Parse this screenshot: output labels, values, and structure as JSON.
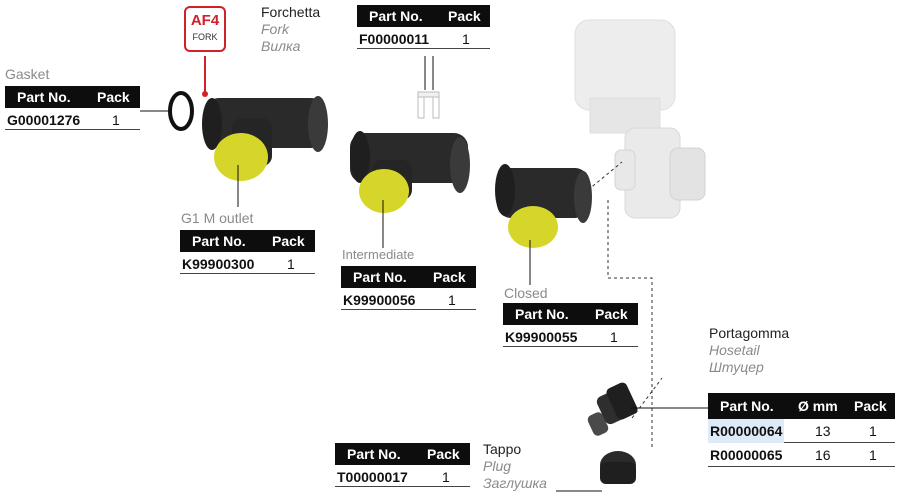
{
  "badge": {
    "code": "AF4",
    "sub": "FORK"
  },
  "fork": {
    "title": "Forchetta",
    "sub_en": "Fork",
    "sub_ru": "Вилка",
    "table": {
      "head_part": "Part No.",
      "head_pack": "Pack",
      "part": "F00000011",
      "pack": "1"
    }
  },
  "gasket": {
    "caption": "Gasket",
    "table": {
      "head_part": "Part No.",
      "head_pack": "Pack",
      "part": "G00001276",
      "pack": "1"
    }
  },
  "outlet": {
    "caption": "G1 M outlet",
    "table": {
      "head_part": "Part No.",
      "head_pack": "Pack",
      "part": "K99900300",
      "pack": "1"
    }
  },
  "intermediate": {
    "caption": "Intermediate",
    "table": {
      "head_part": "Part No.",
      "head_pack": "Pack",
      "part": "K99900056",
      "pack": "1"
    }
  },
  "closed": {
    "caption": "Closed",
    "table": {
      "head_part": "Part No.",
      "head_pack": "Pack",
      "part": "K99900055",
      "pack": "1"
    }
  },
  "hosetail": {
    "title": "Portagomma",
    "sub_en": "Hosetail",
    "sub_ru": "Штуцер",
    "table": {
      "head_part": "Part No.",
      "head_dia": "Ø  mm",
      "head_pack": "Pack",
      "rows": [
        {
          "part": "R00000064",
          "dia": "13",
          "pack": "1"
        },
        {
          "part": "R00000065",
          "dia": "16",
          "pack": "1"
        }
      ]
    }
  },
  "plug": {
    "title": "Tappo",
    "sub_en": "Plug",
    "sub_ru": "Заглушка",
    "table": {
      "head_part": "Part No.",
      "head_pack": "Pack",
      "part": "T00000017",
      "pack": "1"
    }
  },
  "colors": {
    "accent_red": "#d0202a",
    "yellow_disc": "#d6d62a",
    "header_black": "#0d0d0d",
    "highlight": "#dfeaf8"
  }
}
